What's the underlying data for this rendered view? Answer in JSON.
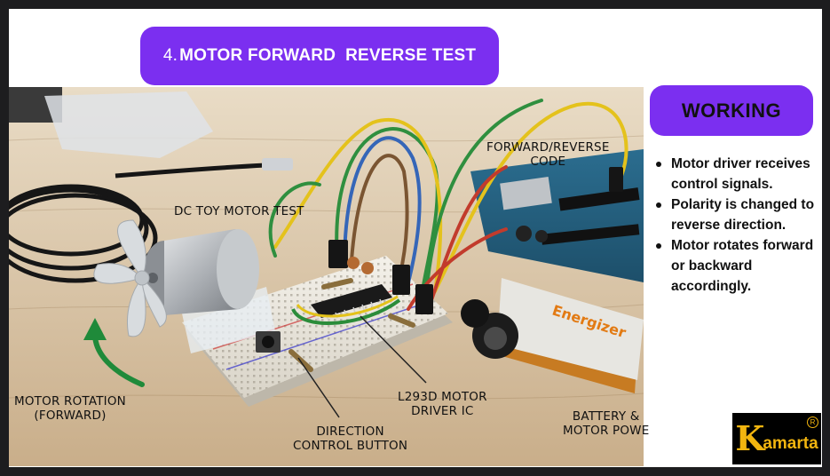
{
  "title": {
    "number": "4.",
    "text": "MOTOR FORWARD  REVERSE TEST"
  },
  "photo": {
    "labels": {
      "dc_motor": "DC TOY MOTOR TEST",
      "forward_reverse": "FORWARD/REVERSE\nCODE",
      "motor_rotation": "MOTOR ROTATION\n(FORWARD)",
      "direction_button": "DIRECTION\nCONTROL BUTTON",
      "driver_ic": "L293D MOTOR\nDRIVER IC",
      "battery": "BATTERY &\nMOTOR POWE"
    },
    "battery_brand": "Energizer"
  },
  "working": {
    "heading": "WORKING",
    "points": [
      "Motor driver receives control signals.",
      "Polarity is changed to reverse direction.",
      "Motor rotates forward or backward accordingly."
    ]
  },
  "logo": {
    "initial": "K",
    "rest": "amarta",
    "registered": "R"
  },
  "colors": {
    "accent": "#7b2ff0",
    "arrow": "#1f8a3a",
    "logo_bg": "#000000",
    "logo_fg": "#f2b50f"
  }
}
